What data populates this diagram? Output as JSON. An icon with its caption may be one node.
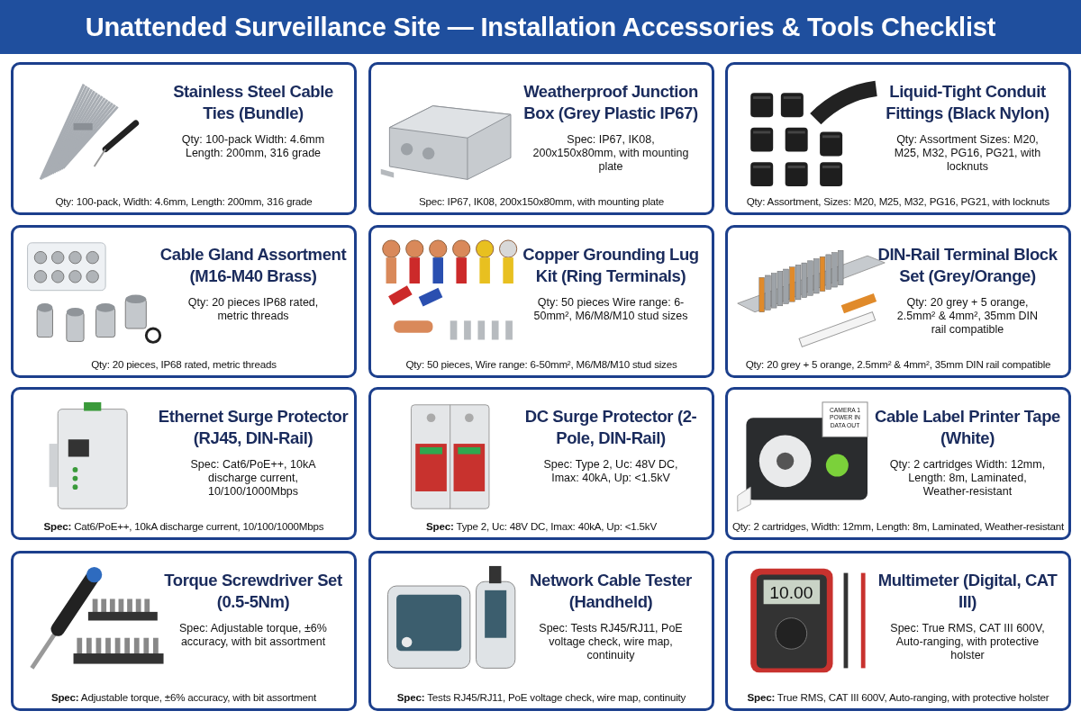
{
  "diagram": {
    "title": "Unattended Surveillance Site — Installation Accessories & Tools Checklist",
    "nodes": [
      {
        "text": [
          "Stainless Steel Cable Ties (Bundle)",
          "Qty: 100-pack Width: 4.6mm Length: 200mm, 316 grade",
          "Qty: 100-pack, Width: 4.6mm, Length: 200mm, 316 grade"
        ]
      },
      {
        "text": [
          "Weatherproof Junction Box (Grey Plastic IP67)",
          "Spec: IP67, IK08, 200x150x80mm, with mounting plate",
          "Spec: IP67, IK08, 200x150x80mm, with mounting plate"
        ]
      },
      {
        "text": [
          "Liquid-Tight Conduit Fittings (Black Nylon)",
          "Qty: Assortment Sizes: M20, M25, M32, PG16, PG21, with locknuts",
          "Qty: Assortment, Sizes: M20, M25, M32, PG16, PG21, with locknuts"
        ]
      },
      {
        "text": [
          "Cable Gland Assortment (M16-M40 Brass)",
          "Qty: 20 pieces IP68 rated, metric threads",
          "Qty: 20 pieces, IP68 rated, metric threads"
        ]
      },
      {
        "text": [
          "Copper Grounding Lug Kit (Ring Terminals)",
          "Qty: 50 pieces Wire range: 6-50mm², M6/M8/M10 stud sizes",
          "Qty: 50 pieces, Wire range: 6-50mm², M6/M8/M10 stud sizes"
        ]
      },
      {
        "text": [
          "DIN-Rail Terminal Block Set (Grey/Orange)",
          "Qty: 20 grey + 5 orange, 2.5mm² & 4mm², 35mm DIN rail compatible",
          "Qty: 20 grey + 5 orange, 2.5mm² & 4mm², 35mm DIN rail compatible"
        ]
      },
      {
        "text": [
          "Ethernet Surge Protector (RJ45, DIN-Rail)",
          "Spec: Cat6/PoE++, 10kA discharge current, 10/100/1000Mbps",
          "**Spec:** Cat6/PoE++, 10kA discharge current, 10/100/1000Mbps"
        ]
      },
      {
        "text": [
          "DC Surge Protector (2-Pole, DIN-Rail)",
          "Spec: Type 2, Uc: 48V DC, Imax: 40kA, Up: <1.5kV",
          "**Spec:** Type 2, Uc: 48V DC, Imax: 40kA, Up: <1.5kV"
        ]
      },
      {
        "text": [
          "Cable Label Printer Tape (White)",
          "Qty: 2 cartridges Width: 12mm, Length: 8m, Laminated, Weather-resistant",
          "Qty: 2 cartridges, Width: 12mm, Length: 8m, Laminated, Weather-resistant"
        ]
      },
      {
        "text": [
          "Torque Screwdriver Set (0.5-5Nm)",
          "Spec: Adjustable torque, ±6% accuracy, with bit assortment",
          "**Spec:** Adjustable torque, ±6% accuracy, with bit assortment"
        ]
      },
      {
        "text": [
          "Network Cable Tester (Handheld)",
          "Spec: Tests RJ45/RJ11, PoE voltage check, wire map, continuity",
          "**Spec:** Tests RJ45/RJ11, PoE voltage check, wire map, continuity"
        ]
      },
      {
        "text": [
          "Multimeter (Digital, CAT III)",
          "Spec: True RMS, CAT III 600V, Auto-ranging, with protective holster",
          "**Spec:** True RMS, CAT III 600V, Auto-ranging, with protective holster"
        ]
      }
    ],
    "labels": [
      "CAMERA 1 POWER IN DATA OUT",
      "10.00"
    ]
  }
}
